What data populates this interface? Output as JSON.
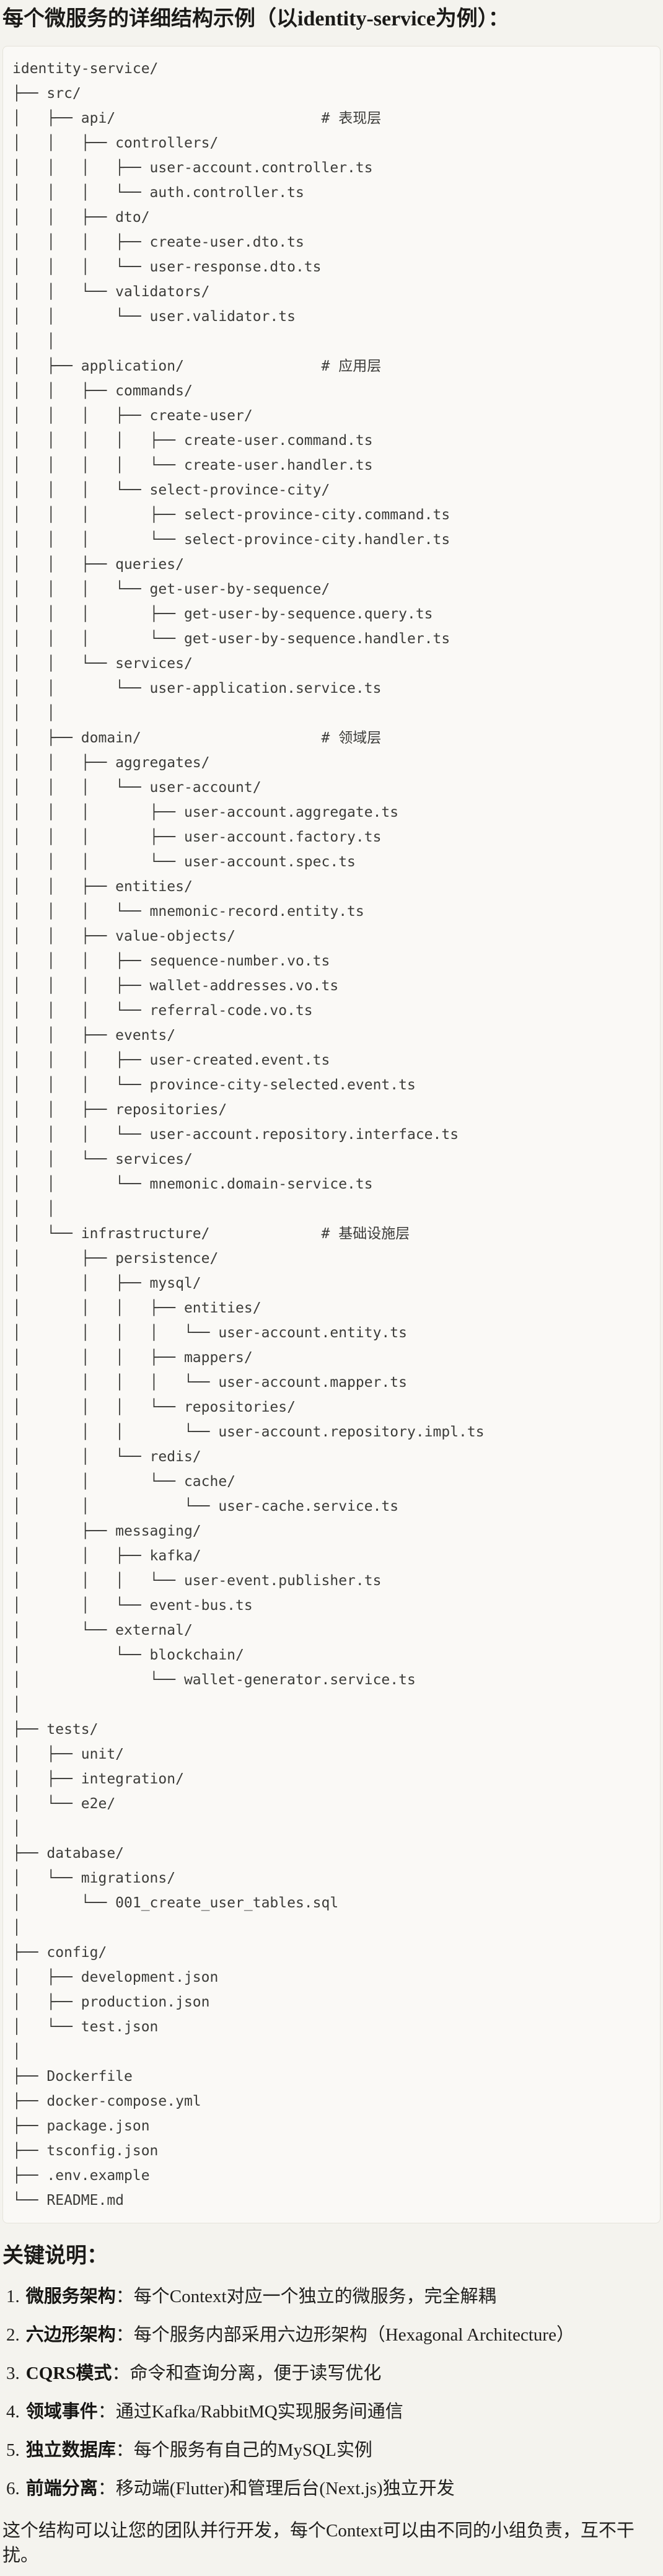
{
  "title": "每个微服务的详细结构示例（以identity-service为例）：",
  "tree": "identity-service/\n├── src/\n│   ├── api/                        # 表现层\n│   │   ├── controllers/\n│   │   │   ├── user-account.controller.ts\n│   │   │   └── auth.controller.ts\n│   │   ├── dto/\n│   │   │   ├── create-user.dto.ts\n│   │   │   └── user-response.dto.ts\n│   │   └── validators/\n│   │       └── user.validator.ts\n│   │\n│   ├── application/                # 应用层\n│   │   ├── commands/\n│   │   │   ├── create-user/\n│   │   │   │   ├── create-user.command.ts\n│   │   │   │   └── create-user.handler.ts\n│   │   │   └── select-province-city/\n│   │   │       ├── select-province-city.command.ts\n│   │   │       └── select-province-city.handler.ts\n│   │   ├── queries/\n│   │   │   └── get-user-by-sequence/\n│   │   │       ├── get-user-by-sequence.query.ts\n│   │   │       └── get-user-by-sequence.handler.ts\n│   │   └── services/\n│   │       └── user-application.service.ts\n│   │\n│   ├── domain/                     # 领域层\n│   │   ├── aggregates/\n│   │   │   └── user-account/\n│   │   │       ├── user-account.aggregate.ts\n│   │   │       ├── user-account.factory.ts\n│   │   │       └── user-account.spec.ts\n│   │   ├── entities/\n│   │   │   └── mnemonic-record.entity.ts\n│   │   ├── value-objects/\n│   │   │   ├── sequence-number.vo.ts\n│   │   │   ├── wallet-addresses.vo.ts\n│   │   │   └── referral-code.vo.ts\n│   │   ├── events/\n│   │   │   ├── user-created.event.ts\n│   │   │   └── province-city-selected.event.ts\n│   │   ├── repositories/\n│   │   │   └── user-account.repository.interface.ts\n│   │   └── services/\n│   │       └── mnemonic.domain-service.ts\n│   │\n│   └── infrastructure/             # 基础设施层\n│       ├── persistence/\n│       │   ├── mysql/\n│       │   │   ├── entities/\n│       │   │   │   └── user-account.entity.ts\n│       │   │   ├── mappers/\n│       │   │   │   └── user-account.mapper.ts\n│       │   │   └── repositories/\n│       │   │       └── user-account.repository.impl.ts\n│       │   └── redis/\n│       │       └── cache/\n│       │           └── user-cache.service.ts\n│       ├── messaging/\n│       │   ├── kafka/\n│       │   │   └── user-event.publisher.ts\n│       │   └── event-bus.ts\n│       └── external/\n│           └── blockchain/\n│               └── wallet-generator.service.ts\n│\n├── tests/\n│   ├── unit/\n│   ├── integration/\n│   └── e2e/\n│\n├── database/\n│   └── migrations/\n│       └── 001_create_user_tables.sql\n│\n├── config/\n│   ├── development.json\n│   ├── production.json\n│   └── test.json\n│\n├── Dockerfile\n├── docker-compose.yml\n├── package.json\n├── tsconfig.json\n├── .env.example\n└── README.md",
  "notes": {
    "heading": "关键说明：",
    "items": [
      {
        "num": "1.",
        "term": "微服务架构",
        "desc": "：每个Context对应一个独立的微服务，完全解耦"
      },
      {
        "num": "2.",
        "term": "六边形架构",
        "desc": "：每个服务内部采用六边形架构（Hexagonal Architecture）"
      },
      {
        "num": "3.",
        "term": "CQRS模式",
        "desc": "：命令和查询分离，便于读写优化"
      },
      {
        "num": "4.",
        "term": "领域事件",
        "desc": "：通过Kafka/RabbitMQ实现服务间通信"
      },
      {
        "num": "5.",
        "term": "独立数据库",
        "desc": "：每个服务有自己的MySQL实例"
      },
      {
        "num": "6.",
        "term": "前端分离",
        "desc": "：移动端(Flutter)和管理后台(Next.js)独立开发"
      }
    ],
    "footer": "这个结构可以让您的团队并行开发，每个Context可以由不同的小组负责，互不干扰。"
  }
}
